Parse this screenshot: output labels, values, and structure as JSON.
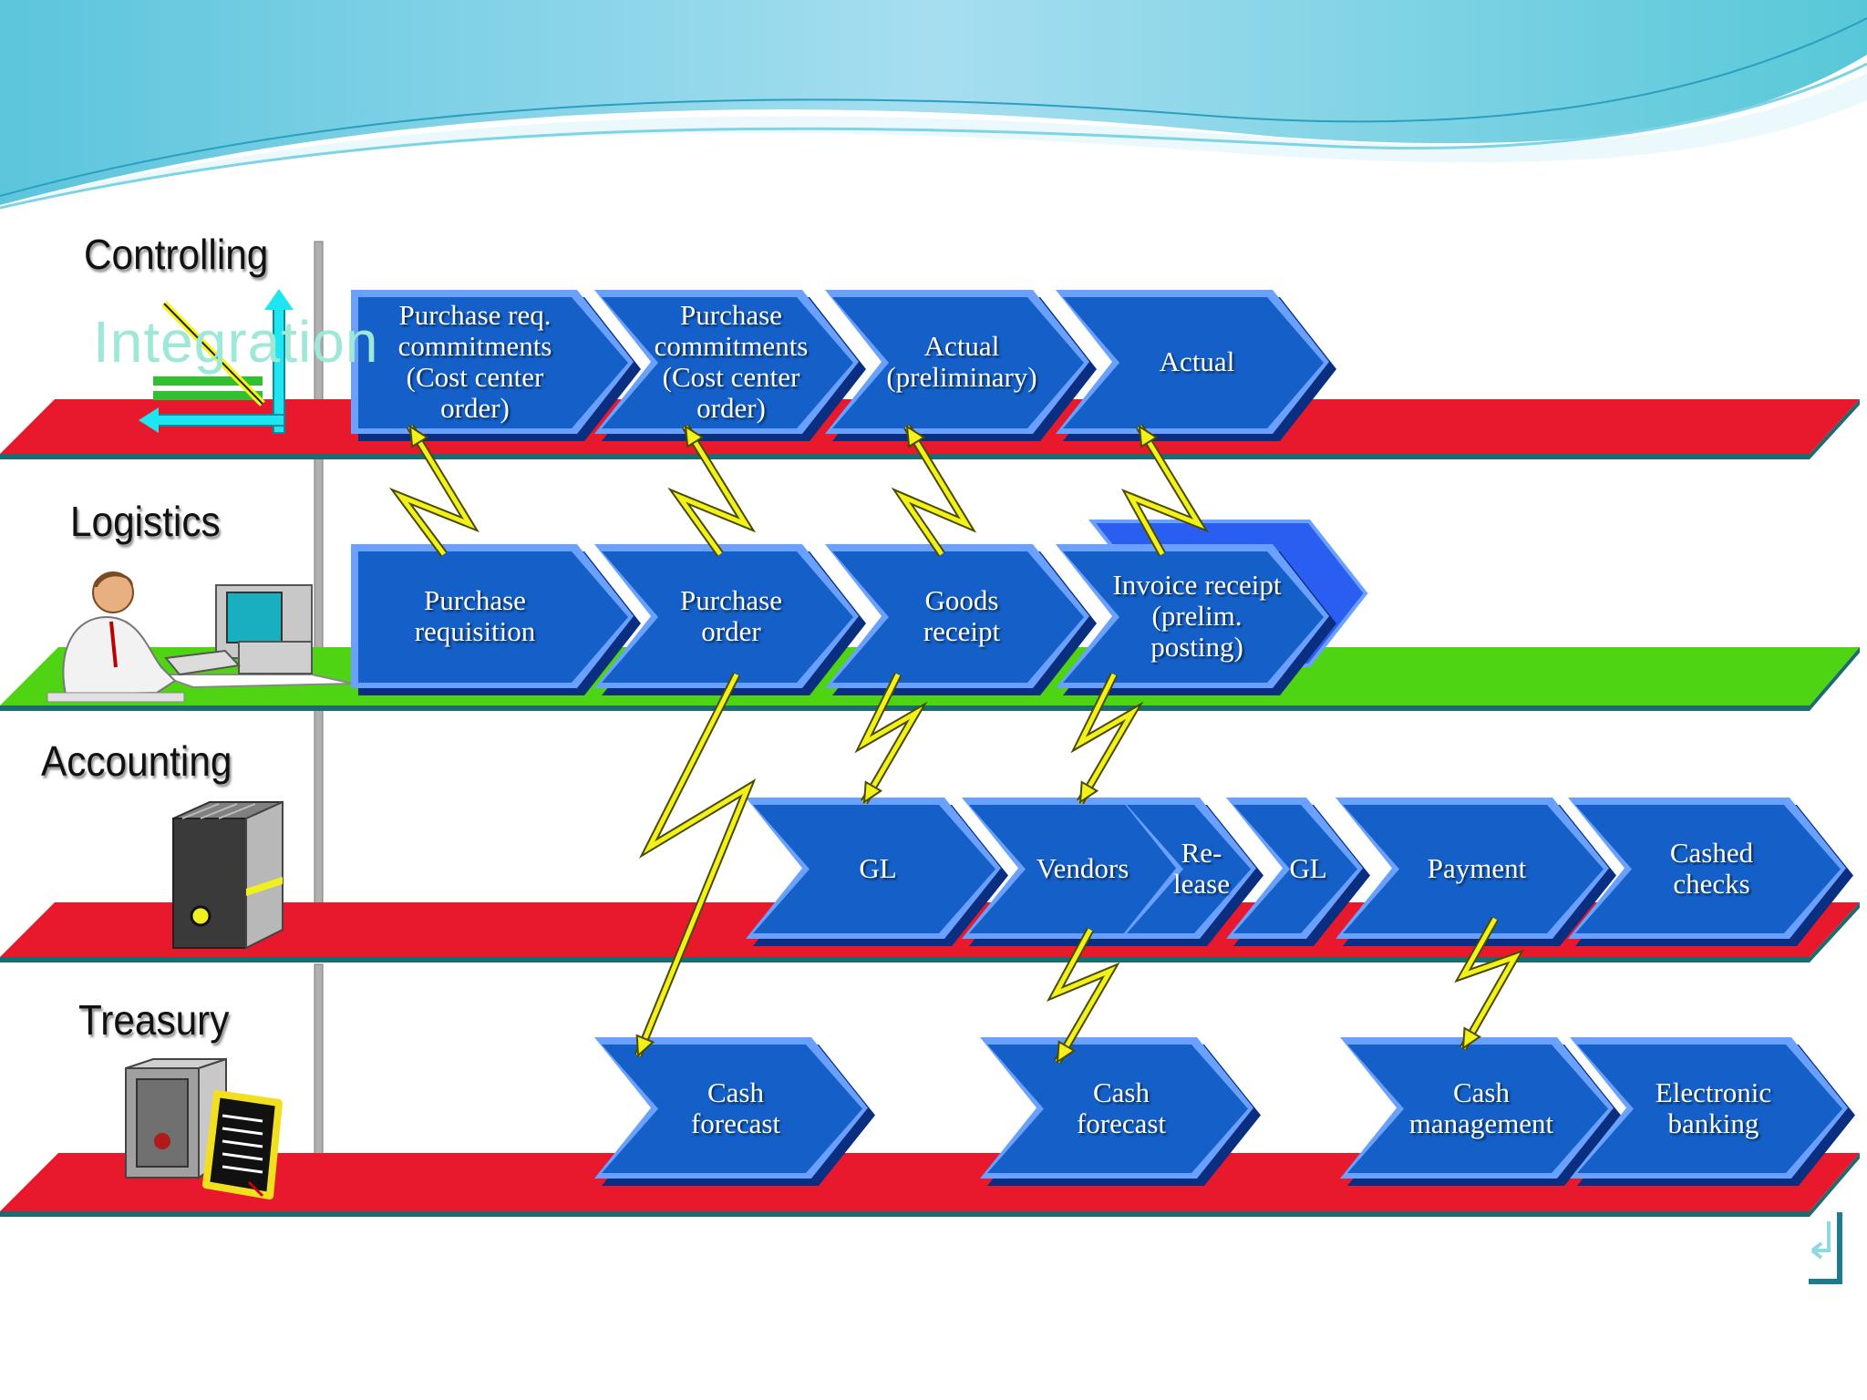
{
  "watermark": "Integration",
  "lanes": [
    {
      "key": "controlling",
      "label": "Controlling",
      "stripe_color": "#e8192c"
    },
    {
      "key": "logistics",
      "label": "Logistics",
      "stripe_color": "#4fd414"
    },
    {
      "key": "accounting",
      "label": "Accounting",
      "stripe_color": "#e8192c"
    },
    {
      "key": "treasury",
      "label": "Treasury",
      "stripe_color": "#e8192c"
    }
  ],
  "steps": {
    "controlling": [
      "Purchase req.\ncommitments\n(Cost center\norder)",
      "Purchase\ncommitments\n(Cost center\norder)",
      "Actual\n(preliminary)",
      "Actual"
    ],
    "logistics": [
      "Purchase\nrequisition",
      "Purchase\norder",
      "Goods\nreceipt",
      "Invoice receipt\n(prelim.\nposting)"
    ],
    "accounting": [
      "GL",
      "Vendors",
      "Re-\nlease",
      "GL",
      "Payment",
      "Cashed\nchecks"
    ],
    "treasury": [
      "Cash\nforecast",
      "Cash\nforecast",
      "Cash\nmanagement",
      "Electronic\nbanking"
    ]
  },
  "icons": {
    "controlling": "chart-arrows-icon",
    "logistics": "person-at-computer-icon",
    "accounting": "binder-icon",
    "treasury": "safe-icon",
    "nav": "return-arrow-icon"
  },
  "colors": {
    "chevron_blue": "#1460c8",
    "chevron_light": "#6aa0ff",
    "chevron_dark": "#0a2e80",
    "lightning": "#f2f21a",
    "header_wave": "#7fd3e6"
  }
}
